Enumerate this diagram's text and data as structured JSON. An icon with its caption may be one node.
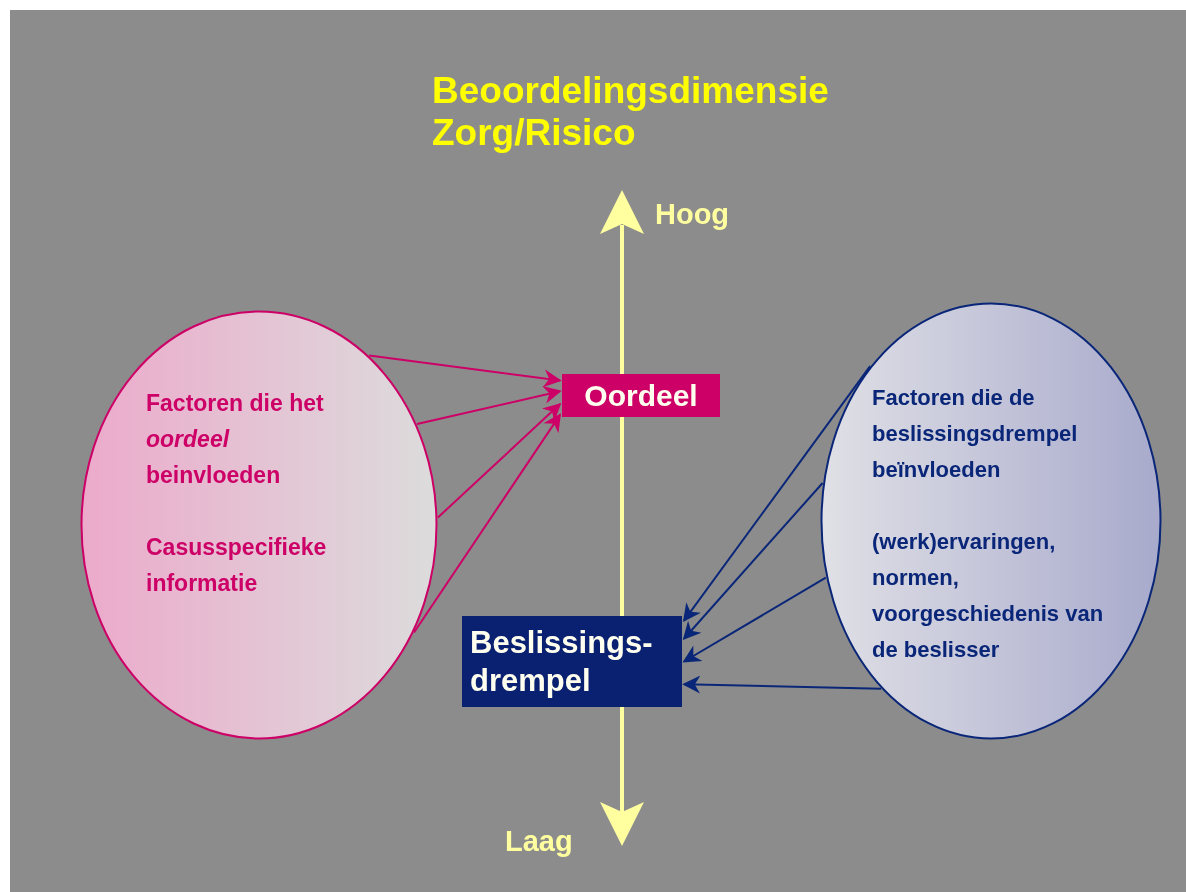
{
  "diagram": {
    "title": "Beoordelingsdimensie Zorg/Risico",
    "nodes": [
      {
        "text": [
          "Factoren die het *oordeel* beinvloeden",
          "Casusspecifieke informatie"
        ]
      },
      {
        "text": [
          "Oordeel"
        ]
      },
      {
        "text": [
          "Beslissings- drempel"
        ]
      },
      {
        "text": [
          "Factoren die de beslissingsdrempel beïnvloeden",
          "(werk)ervaringen, normen, voorgeschiedenis van de beslisser"
        ]
      }
    ],
    "edges": [
      {
        "from": 0,
        "to": 1,
        "arrow": "to",
        "color": "#cc0066"
      },
      {
        "from": 0,
        "to": 1,
        "arrow": "to",
        "color": "#cc0066"
      },
      {
        "from": 0,
        "to": 1,
        "arrow": "to",
        "color": "#cc0066"
      },
      {
        "from": 0,
        "to": 1,
        "arrow": "to",
        "color": "#cc0066"
      },
      {
        "from": 3,
        "to": 2,
        "arrow": "to",
        "color": "#0a2678"
      },
      {
        "from": 3,
        "to": 2,
        "arrow": "to",
        "color": "#0a2678"
      },
      {
        "from": 3,
        "to": 2,
        "arrow": "to",
        "color": "#0a2678"
      },
      {
        "from": 3,
        "to": 2,
        "arrow": "to",
        "color": "#0a2678"
      }
    ],
    "labels": [
      "Hoog",
      "Laag"
    ]
  }
}
